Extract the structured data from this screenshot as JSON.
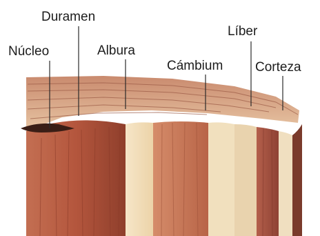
{
  "diagram": {
    "labels": {
      "nucleo": "Núcleo",
      "duramen": "Duramen",
      "albura": "Albura",
      "cambium": "Cámbium",
      "liber": "Líber",
      "corteza": "Corteza"
    },
    "colors": {
      "heartwood": "#b4563d",
      "sapwood": "#f3e2c1",
      "cambium": "#e7d2ac",
      "phloem": "#a75443",
      "bark": "#f0dfc0",
      "outer_bark": "#7a3a2b",
      "leader_line": "#2a2a2a"
    }
  }
}
